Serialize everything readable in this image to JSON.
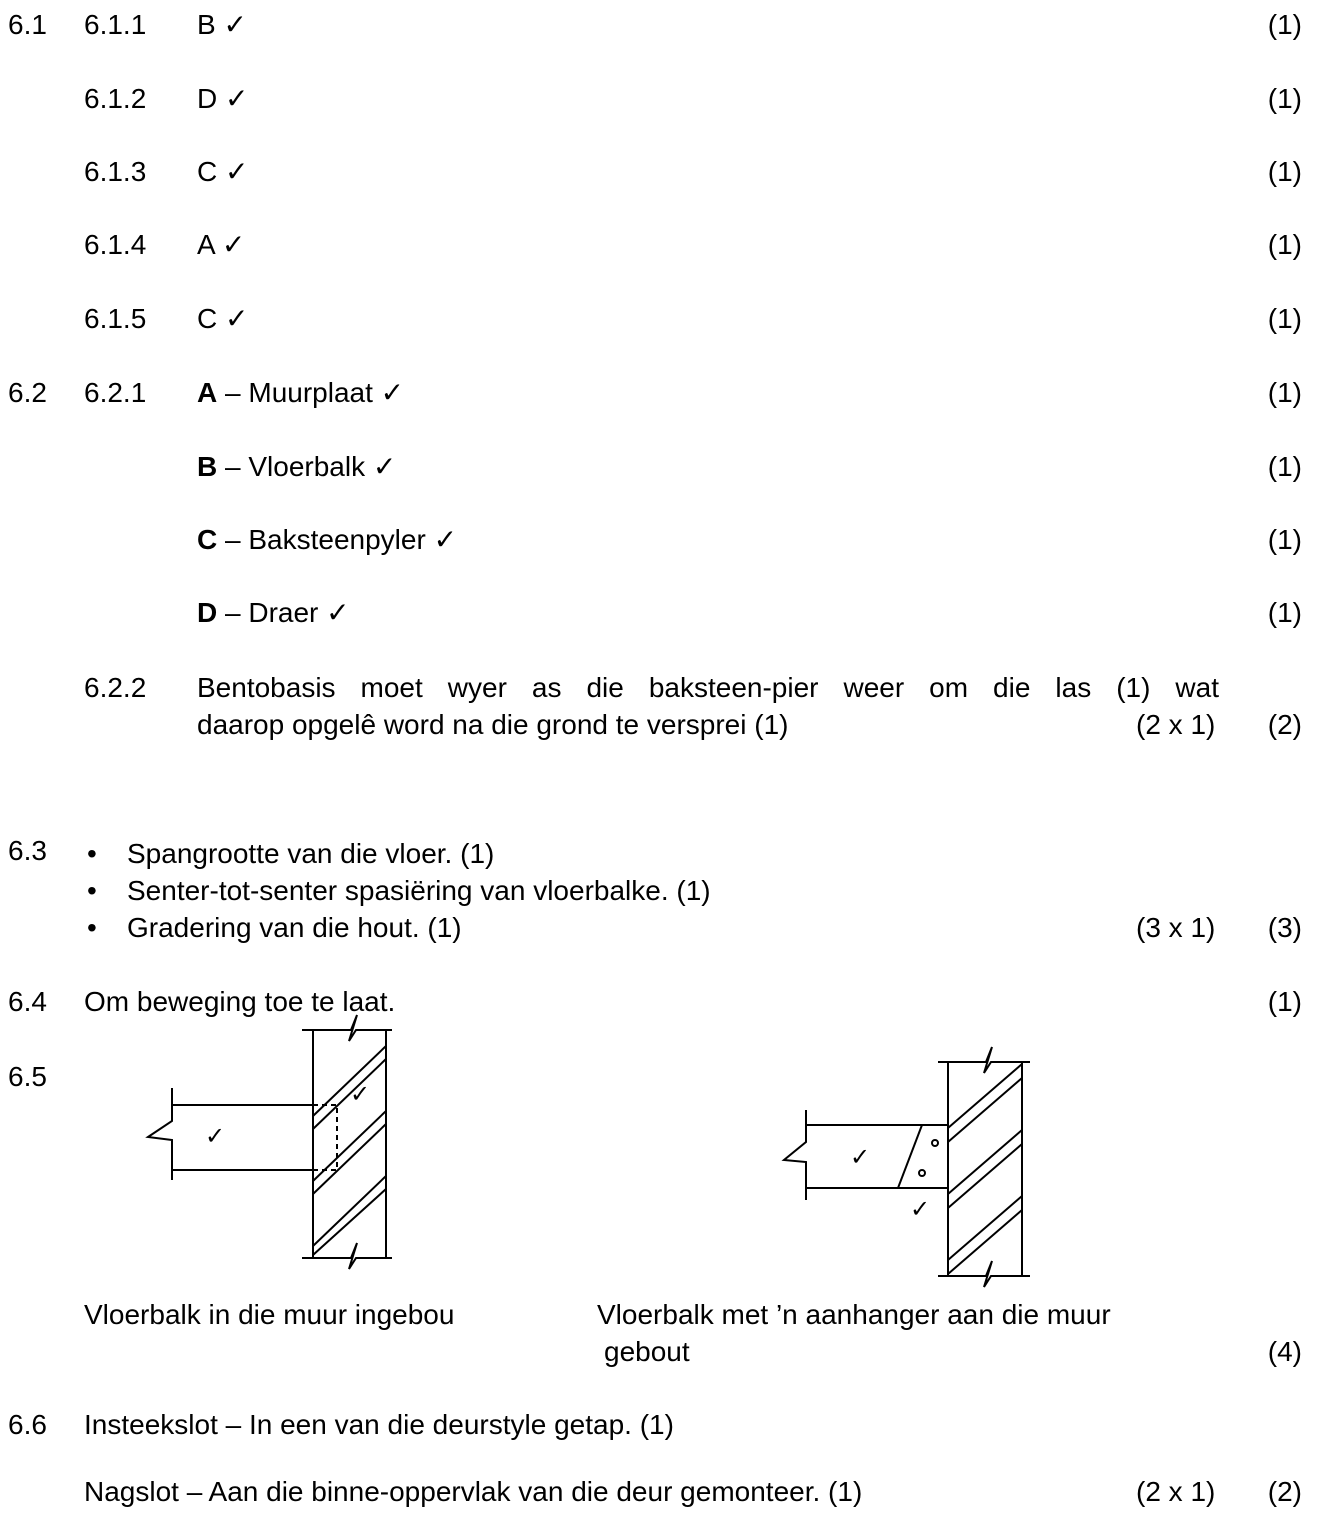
{
  "q61": {
    "num": "6.1",
    "items": [
      {
        "sub": "6.1.1",
        "answer": "B ✓",
        "mark": "(1)"
      },
      {
        "sub": "6.1.2",
        "answer": "D ✓",
        "mark": "(1)"
      },
      {
        "sub": "6.1.3",
        "answer": "C ✓",
        "mark": "(1)"
      },
      {
        "sub": "6.1.4",
        "answer": "A ✓",
        "mark": "(1)"
      },
      {
        "sub": "6.1.5",
        "answer": "C ✓",
        "mark": "(1)"
      }
    ]
  },
  "q62": {
    "num": "6.2",
    "sub1": "6.2.1",
    "items": [
      {
        "letter": "A",
        "text": " – Muurplaat ✓",
        "mark": "(1)"
      },
      {
        "letter": "B",
        "text": " – Vloerbalk ✓",
        "mark": "(1)"
      },
      {
        "letter": "C",
        "text": " – Baksteenpyler ✓",
        "mark": "(1)"
      },
      {
        "letter": "D",
        "text": " – Draer ✓",
        "mark": "(1)"
      }
    ],
    "sub2": "6.2.2",
    "sub2_line1": "Bentobasis moet wyer as die baksteen-pier weer om die las (1) wat",
    "sub2_line2": "daarop opgelê word na die grond te versprei (1)",
    "sub2_calc": "(2 x 1)",
    "sub2_mark": "(2)"
  },
  "q63": {
    "num": "6.3",
    "bullets": [
      "Spangrootte van die vloer. (1)",
      "Senter-tot-senter spasiëring van vloerbalke. (1)",
      "Gradering van die hout. (1)"
    ],
    "calc": "(3 x 1)",
    "mark": "(3)"
  },
  "q64": {
    "num": "6.4",
    "text": "Om beweging toe te laat.",
    "mark": "(1)"
  },
  "q65": {
    "num": "6.5",
    "tick": "✓",
    "caption_left": "Vloerbalk in die muur ingebou",
    "caption_right_line1": "Vloerbalk met ’n aanhanger aan die muur",
    "caption_right_line2": "gebout",
    "mark": "(4)"
  },
  "q66": {
    "num": "6.6",
    "line1": "Insteekslot – In een van die deurstyle getap. (1)",
    "line2": "Nagslot – Aan die binne-oppervlak van die deur gemonteer. (1)",
    "calc": "(2 x 1)",
    "mark": "(2)"
  }
}
